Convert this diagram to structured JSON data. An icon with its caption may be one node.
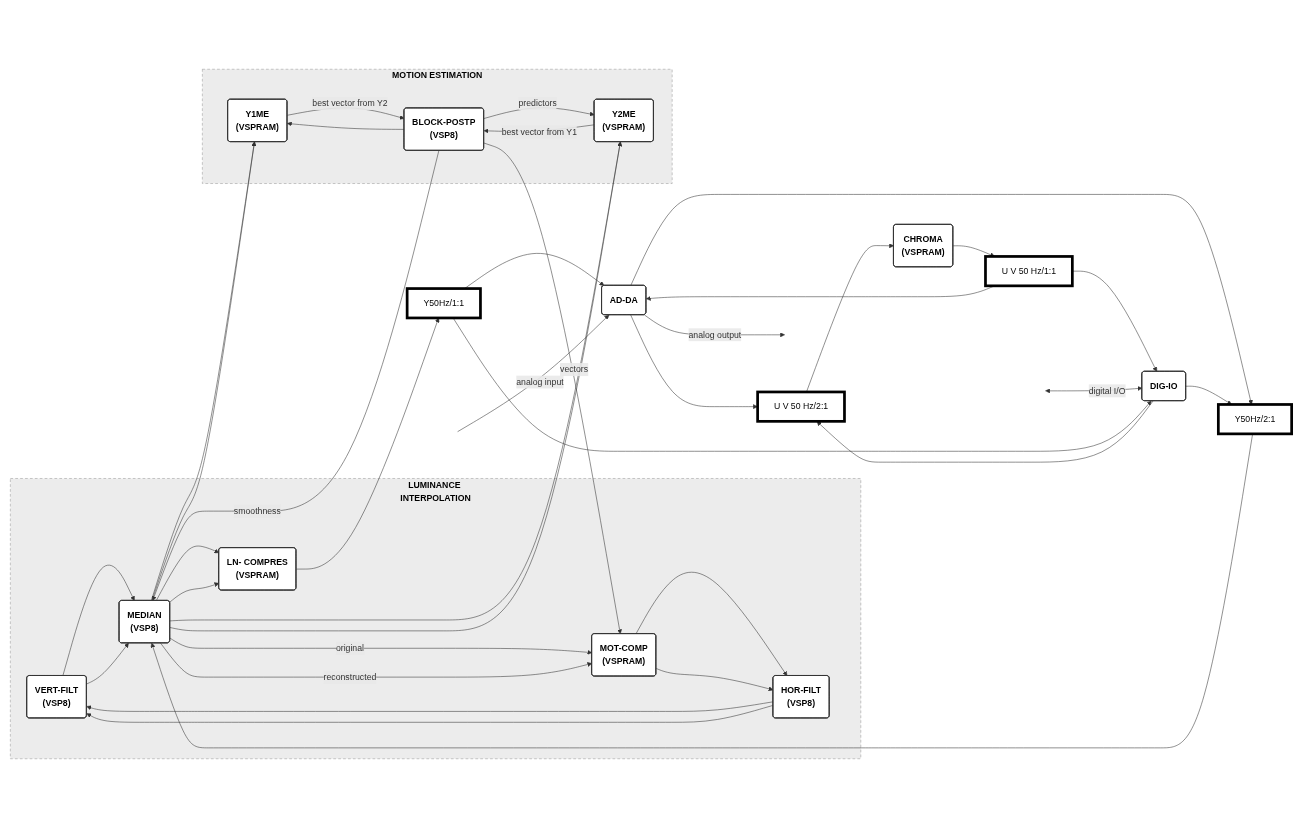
{
  "diagram": {
    "nodes": [
      {
        "text": [
          "LUMINANCE INTERPOLATION"
        ]
      },
      {
        "text": [
          "VERT-FILT",
          "(VSP8)"
        ],
        "in": 0
      },
      {
        "text": [
          "HOR-FILT",
          "(VSP8)"
        ],
        "in": 0
      },
      {
        "text": [
          "MOT-COMP",
          "(VSPRAM)"
        ],
        "in": 0
      },
      {
        "text": [
          "MEDIAN",
          "(VSP8)"
        ],
        "in": 0
      },
      {
        "text": [
          "LN- COMPRES",
          "(VSPRAM)"
        ],
        "in": 0
      },
      {
        "text": [
          "MOTION ESTIMATION"
        ]
      },
      {
        "text": [
          "Y1ME",
          "(VSPRAM)"
        ],
        "in": 6
      },
      {
        "text": [
          "Y2ME",
          "(VSPRAM)"
        ],
        "in": 6
      },
      {
        "text": [
          "BLOCK-POSTP",
          "(VSP8)"
        ],
        "in": 6
      },
      {
        "text": [
          "CHROMA",
          "(VSPRAM)"
        ]
      },
      {
        "text": [
          "AD-DA"
        ]
      },
      {
        "text": [
          "DIG-IO"
        ]
      },
      {
        "text": [
          "U V 50 Hz/2:1"
        ]
      },
      {
        "text": [
          "U V 50 Hz/1:1"
        ]
      },
      {
        "text": [
          "Y50Hz/2:1"
        ]
      },
      {
        "text": [
          "Y50Hz/1:1"
        ]
      }
    ],
    "edges": [
      {
        "from": 13,
        "to": 10,
        "arrow": "to"
      },
      {
        "from": 10,
        "to": 14,
        "arrow": "to"
      },
      {
        "from": 11,
        "to": 13,
        "arrow": "to"
      },
      {
        "from": 12,
        "to": 13,
        "arrow": "to"
      },
      {
        "from": 14,
        "to": 11,
        "arrow": "to"
      },
      {
        "from": 14,
        "to": 12,
        "arrow": "to"
      },
      {
        "from": 16,
        "to": 11,
        "arrow": "to"
      },
      {
        "from": 11,
        "to": 15,
        "arrow": "to"
      },
      {
        "from": null,
        "to": 12,
        "label": "digital I/O",
        "arrow": "both"
      },
      {
        "from": 12,
        "to": 15,
        "arrow": "to"
      },
      {
        "from": 16,
        "to": 12,
        "arrow": "to"
      },
      {
        "from": 5,
        "to": 16,
        "arrow": "to"
      },
      {
        "from": 15,
        "to": 4,
        "arrow": "to"
      },
      {
        "from": 2,
        "to": 1,
        "arrow": "to"
      },
      {
        "from": 2,
        "to": 1,
        "arrow": "to"
      },
      {
        "from": 1,
        "to": 4,
        "arrow": "to"
      },
      {
        "from": 1,
        "to": 4,
        "arrow": "to"
      },
      {
        "from": 3,
        "to": 2,
        "arrow": "to"
      },
      {
        "from": 3,
        "to": 2,
        "arrow": "to"
      },
      {
        "from": 4,
        "to": 5,
        "arrow": "to"
      },
      {
        "from": 4,
        "to": 5,
        "arrow": "to"
      },
      {
        "from": 4,
        "to": 3,
        "label": "original",
        "arrow": "to"
      },
      {
        "from": 4,
        "to": 7,
        "arrow": "to"
      },
      {
        "from": 4,
        "to": 8,
        "arrow": "to"
      },
      {
        "from": 4,
        "to": 3,
        "label": "reconstructed",
        "arrow": "to"
      },
      {
        "from": 4,
        "to": 7,
        "arrow": "to"
      },
      {
        "from": 4,
        "to": 8,
        "arrow": "to"
      },
      {
        "from": 9,
        "to": 3,
        "label": "vectors",
        "arrow": "to"
      },
      {
        "from": 9,
        "to": 4,
        "label": "smoothness",
        "arrow": "to"
      },
      {
        "from": 9,
        "to": 7,
        "arrow": "to"
      },
      {
        "from": 9,
        "to": 8,
        "label": "predictors",
        "arrow": "to"
      },
      {
        "from": 8,
        "to": 9,
        "label": "best vector from Y1",
        "arrow": "to"
      },
      {
        "from": 7,
        "to": 9,
        "label": "best vector from Y2",
        "arrow": "to"
      },
      {
        "from": null,
        "to": 11,
        "label": "analog input",
        "arrow": "to"
      },
      {
        "from": 11,
        "to": null,
        "label": "analog output",
        "arrow": "to"
      }
    ]
  }
}
